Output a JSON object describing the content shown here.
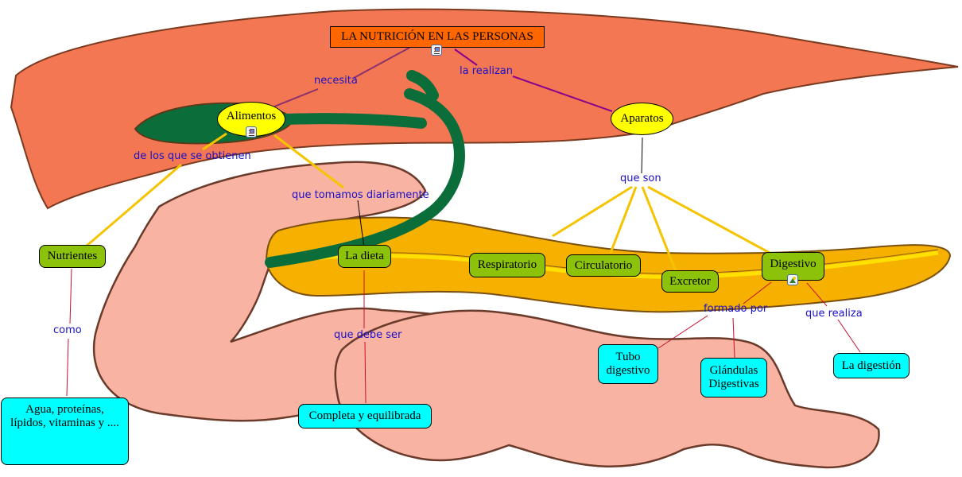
{
  "map": {
    "title": "LA NUTRICIÓN EN LAS PERSONAS",
    "concepts": {
      "alimentos": "Alimentos",
      "aparatos": "Aparatos",
      "nutrientes": "Nutrientes",
      "la_dieta": "La dieta",
      "respiratorio": "Respiratorio",
      "circulatorio": "Circulatorio",
      "excretor": "Excretor",
      "digestivo": "Digestivo",
      "agua": "Agua, proteínas, lípidos, vitaminas y ....",
      "completa": "Completa y equilibrada",
      "tubo": "Tubo digestivo",
      "glandulas": "Glándulas Digestivas",
      "digestion": "La digestión"
    },
    "links": {
      "necesita": "necesita",
      "la_realizan": "la realizan",
      "de_los_que": "de los que se obtienen",
      "que_tomamos": "que tomamos diariamente",
      "que_son": "que son",
      "como": "como",
      "que_debe_ser": "que debe ser",
      "formado_por": "formado por",
      "que_realiza": "que realiza"
    },
    "icons": {
      "title_resource": "document-resource-icon",
      "alimentos_resource": "document-resource-icon",
      "digestivo_resource": "image-resource-icon"
    },
    "colors": {
      "title_fill": "#ff6600",
      "ellipse_fill": "#ffff00",
      "green_fill": "#8cc20a",
      "cyan_fill": "#00ffff",
      "link_text": "#1a10c8"
    }
  }
}
